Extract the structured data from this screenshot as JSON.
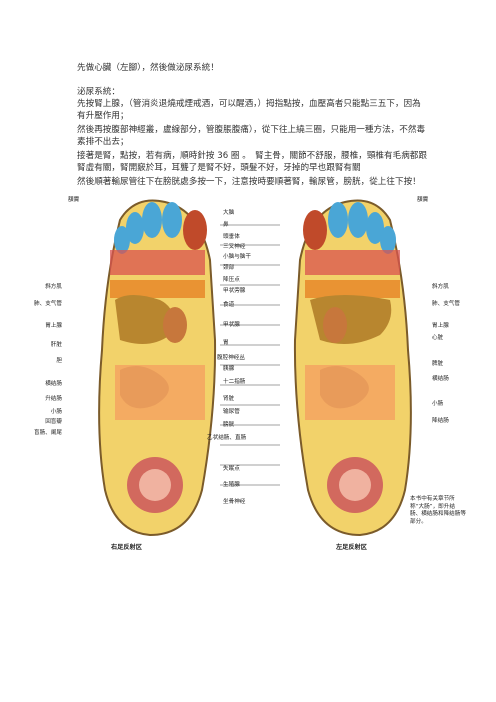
{
  "text": {
    "intro": "先做心臟（左腳），然後做泌尿系統！",
    "heading": "泌尿系統：",
    "p1": "先按腎上腺，（管消炎退燒戒煙戒酒，可以醒酒，）拇指點按，血壓高者只能點三五下，因為有升壓作用；",
    "p2": "然後再按腹部神經叢，盧線部分，管腹脹腹痛），從下往上繞三圈，只能用一種方法，不然毒素排不出去；",
    "p3": "接著是腎，點按，若有病，順時針按 36 圈 。　腎主骨，關節不舒服，腰椎，頸椎有毛病都跟腎虛有關，腎開竅於耳，耳聾了是腎不好，頭髮不好，牙掉的早也跟腎有關",
    "p4": "然後順著輸尿管往下在膀胱處多按一下，注意按時要順著腎，輸尿管，膀胱，從上往下按！"
  },
  "figure": {
    "labels_left": [
      "額竇",
      "斜方肌",
      "肺、支气管",
      "胃上腺",
      "肝脏",
      "胆",
      "横结肠",
      "升结肠",
      "小肠",
      "回盲瓣",
      "盲肠、阑尾"
    ],
    "labels_center": [
      "大脑",
      "鼻",
      "頭垂体",
      "三叉神经",
      "小脑与脑干",
      "颈部",
      "降压点",
      "甲状旁腺",
      "食道",
      "甲状腺",
      "胃",
      "腹腔神经丛",
      "胰腺",
      "十二指肠",
      "肾脏",
      "输尿管",
      "膀胱",
      "乙状结肠、直肠",
      "失眠点",
      "生殖腺",
      "坐骨神经"
    ],
    "labels_right": [
      "額竇",
      "斜方肌",
      "肺、支气管",
      "胃上腺",
      "心脏",
      "脾脏",
      "横结肠",
      "小肠",
      "降结肠"
    ],
    "caption_left": "右足反射区",
    "caption_right": "左足反射区",
    "note": "本书中有关章节所称“大肠”，即升结肠、横结肠和降结肠等部分。"
  }
}
